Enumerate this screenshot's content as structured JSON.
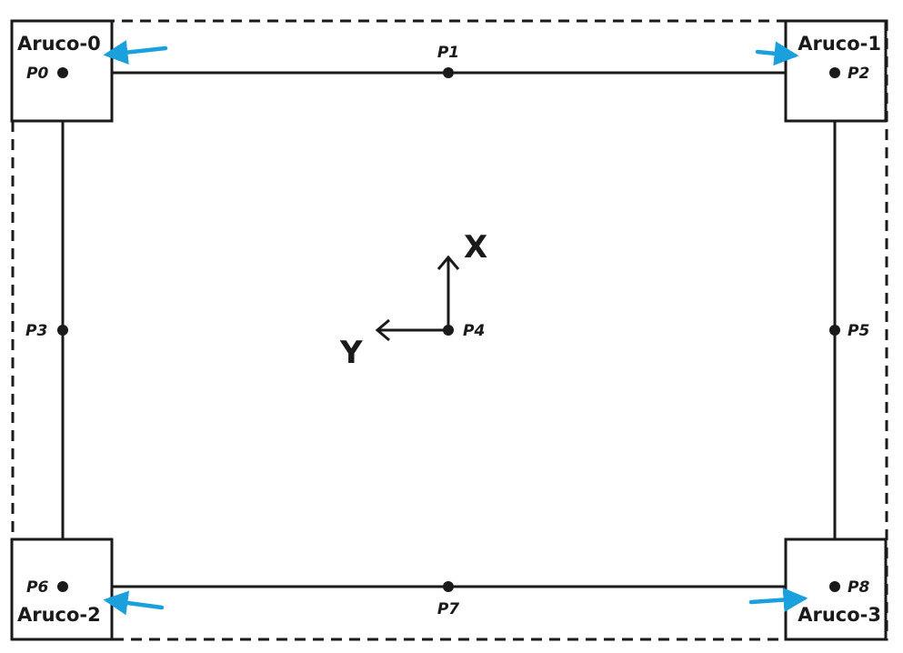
{
  "markers": [
    "Aruco-0",
    "Aruco-1",
    "Aruco-2",
    "Aruco-3"
  ],
  "points": [
    "P0",
    "P1",
    "P2",
    "P3",
    "P4",
    "P5",
    "P6",
    "P7",
    "P8"
  ],
  "axes": {
    "x": "X",
    "y": "Y"
  },
  "colors": {
    "line": "#1a1a1a",
    "arrow": "#1aa0dc"
  }
}
